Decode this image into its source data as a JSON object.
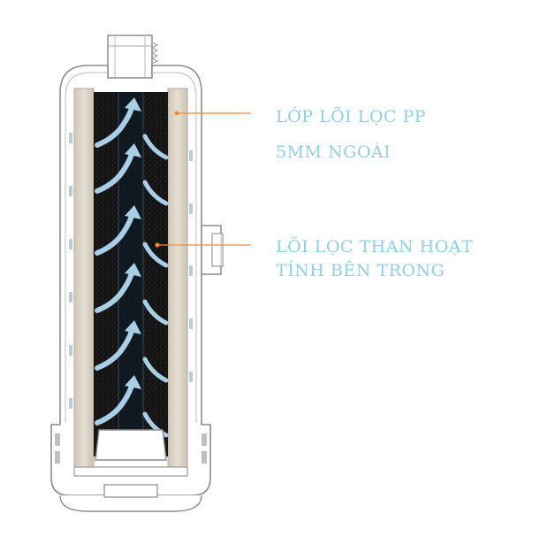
{
  "labels": {
    "outer_line1": "LỚP LÕI LỌC PP",
    "outer_line2": "5MM NGOÀI",
    "inner_line1": "LÕI LỌC THAN HOẠT",
    "inner_line2": "TÍNH BÊN TRONG"
  },
  "colors": {
    "label_text": "#8fd0e6",
    "leader_line": "#f08a3c",
    "housing_outline": "#9a9a9a",
    "pp_layer": "#d9d2c4",
    "carbon_core": "#141414",
    "flow_arrow": "#a9cfe6"
  },
  "icons": {
    "flow": "curved-up-arrow"
  }
}
